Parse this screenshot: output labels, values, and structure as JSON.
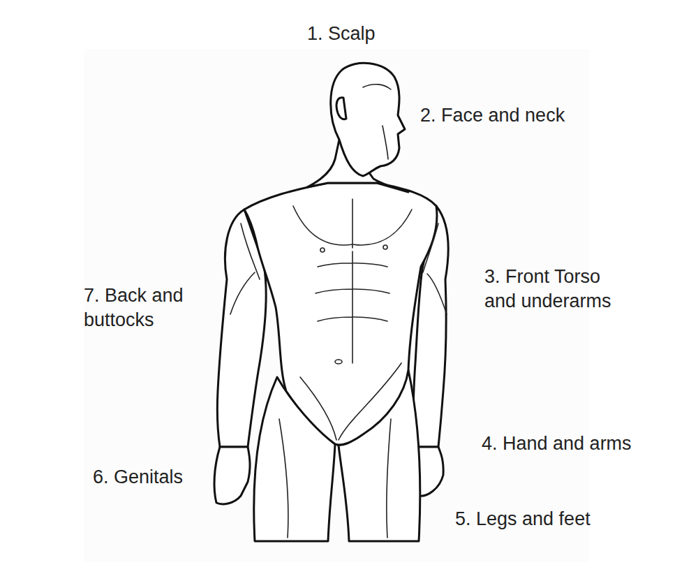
{
  "diagram": {
    "labels": [
      "1. Scalp",
      "2. Face and neck",
      "3. Front Torso and underarms",
      "4. Hand and arms",
      "5. Legs and feet",
      "6. Genitals",
      "7. Back and buttocks"
    ]
  }
}
